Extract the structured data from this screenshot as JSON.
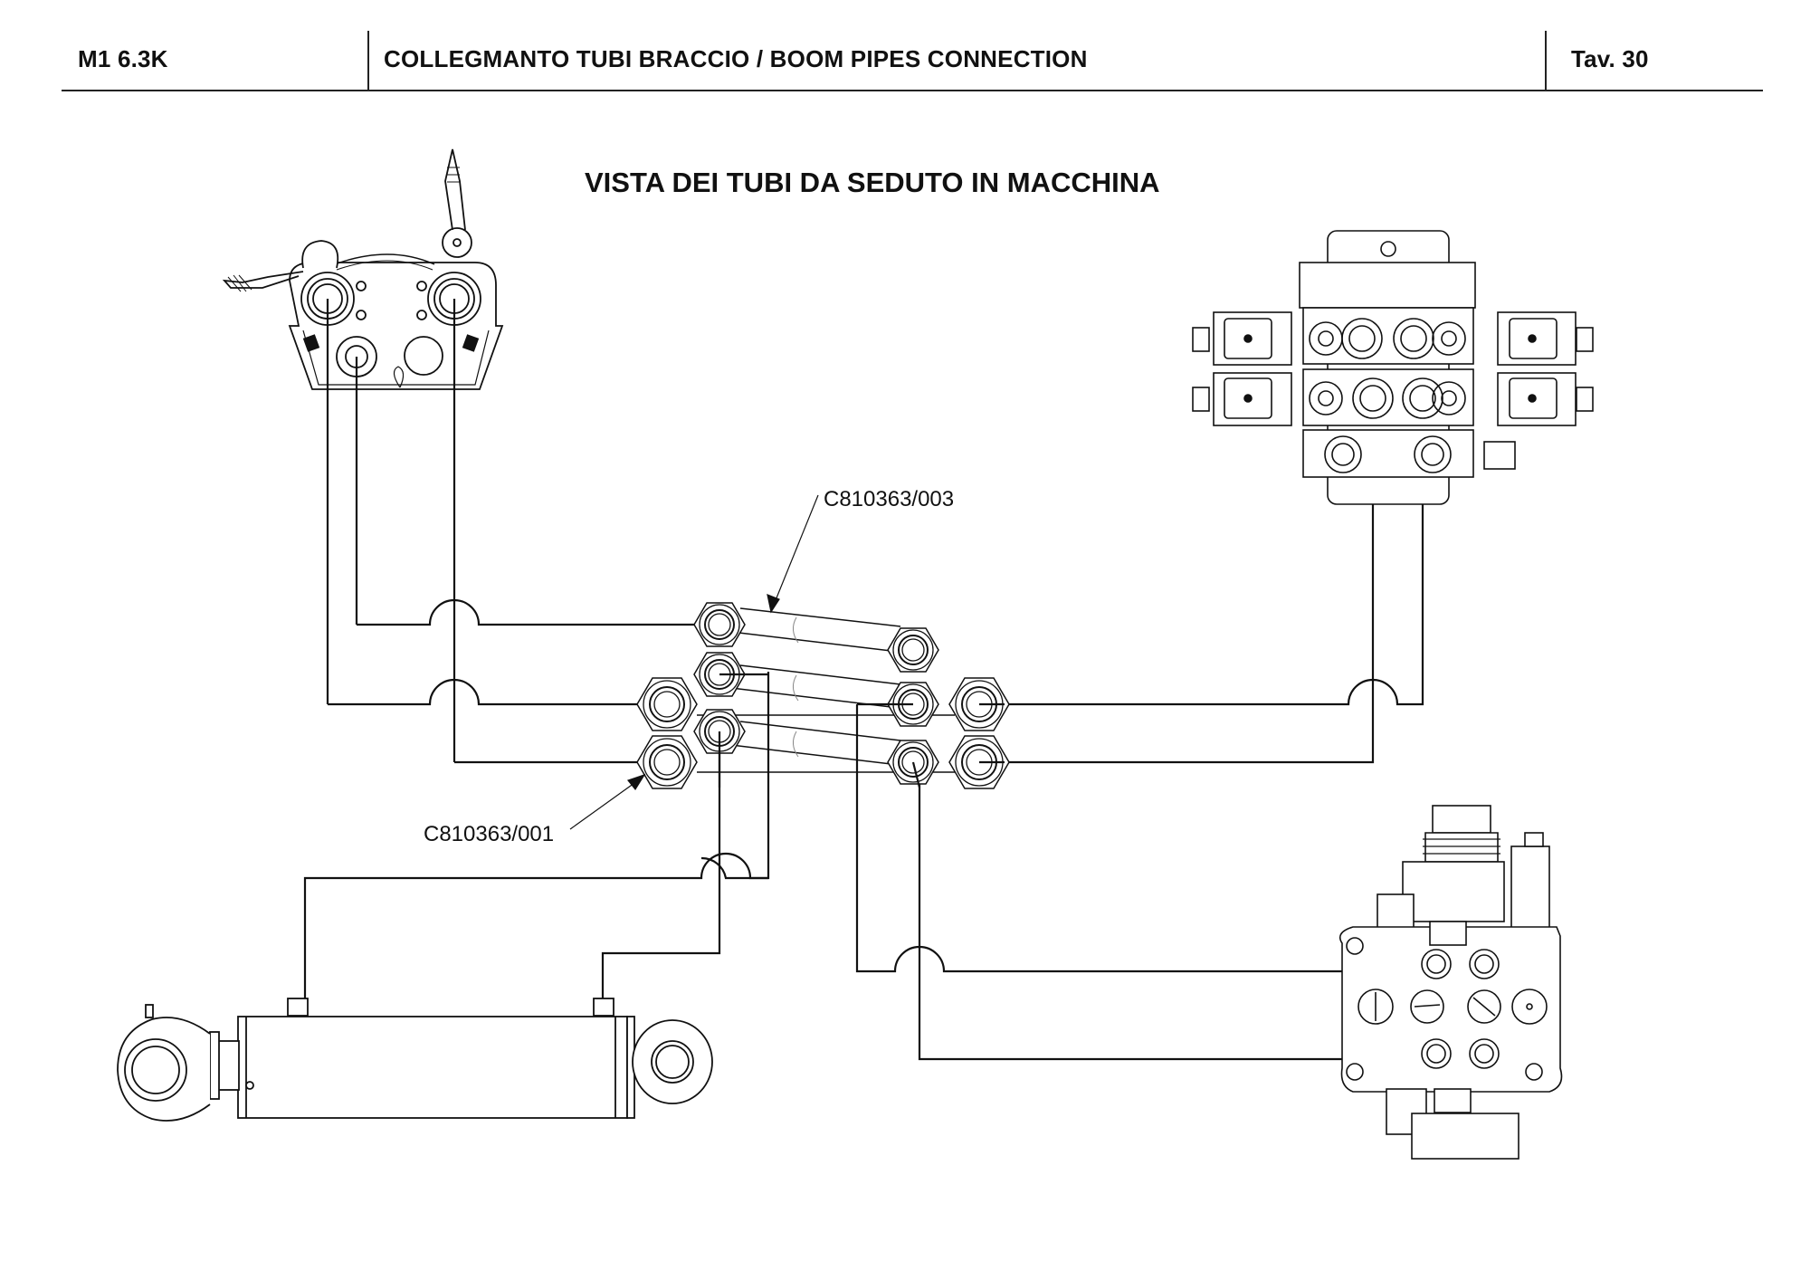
{
  "header": {
    "model": "M1 6.3K",
    "title": "COLLEGMANTO TUBI BRACCIO / BOOM PIPES CONNECTION",
    "table_ref": "Tav.  30"
  },
  "view_title": "VISTA DEI TUBI DA SEDUTO IN MACCHINA",
  "callouts": [
    {
      "label": "C810363/003",
      "target": "upper pipe"
    },
    {
      "label": "C810363/001",
      "target": "lower pipe bank"
    }
  ],
  "components": [
    {
      "name": "joystick-control-valve",
      "position": "top-left"
    },
    {
      "name": "solenoid-directional-valve",
      "position": "top-right"
    },
    {
      "name": "boom-hydraulic-cylinder",
      "position": "bottom-left"
    },
    {
      "name": "sectional-control-valve",
      "position": "bottom-right"
    },
    {
      "name": "pipe-connector-block",
      "position": "center"
    }
  ],
  "colors": {
    "line": "#111111",
    "background": "#ffffff"
  }
}
